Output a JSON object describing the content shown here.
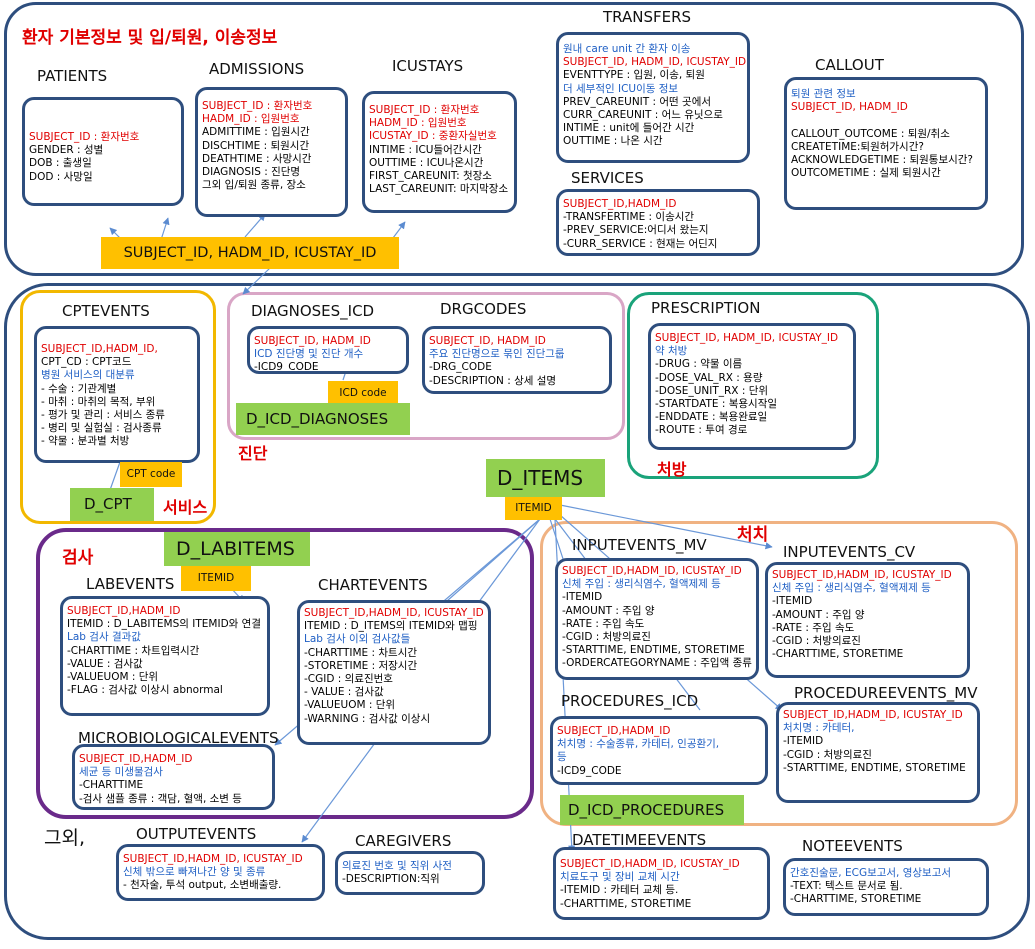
{
  "sections": {
    "basic": "환자 기본정보 및 입/퇴원, 이송정보",
    "diagnosis": "진단",
    "prescription": "처방",
    "service": "서비스",
    "treatment": "처치",
    "lab": "검사",
    "others": "그외,"
  },
  "key_boxes": {
    "main": "SUBJECT_ID,  HADM_ID, ICUSTAY_ID",
    "icd_code": "ICD code",
    "cpt_code": "CPT code",
    "itemid_items": "ITEMID",
    "itemid_lab": "ITEMID"
  },
  "dict_tables": {
    "d_icd_diagnoses": "D_ICD_DIAGNOSES",
    "d_cpt": "D_CPT",
    "d_items": "D_ITEMS",
    "d_labitems": "D_LABITEMS",
    "d_icd_procedures": "D_ICD_PROCEDURES"
  },
  "tables": {
    "patients": {
      "title": "PATIENTS",
      "lines": [
        "SUBJECT_ID : 환자번호",
        "GENDER : 성별",
        "DOB : 출생일",
        "DOD : 사망일"
      ]
    },
    "admissions": {
      "title": "ADMISSIONS",
      "lines": [
        "SUBJECT_ID : 환자번호",
        "HADM_ID : 입원번호",
        "ADMITTIME : 입원시간",
        "DISCHTIME : 퇴원시간",
        "DEATHTIME : 사망시간",
        "DIAGNOSIS : 진단명",
        "그외 입/퇴원 종류, 장소"
      ]
    },
    "icustays": {
      "title": "ICUSTAYS",
      "lines": [
        "SUBJECT_ID : 환자번호",
        "HADM_ID : 입원번호",
        "ICUSTAY_ID : 중환자실번호",
        "INTIME : ICU들어간시간",
        "OUTTIME : ICU나온시간",
        "FIRST_CAREUNIT: 첫장소",
        "LAST_CAREUNIT: 마지막장소"
      ]
    },
    "transfers": {
      "title": "TRANSFERS",
      "lines": [
        "원내 care unit 간 환자 이송",
        "SUBJECT_ID, HADM_ID, ICUSTAY_ID",
        "EVENTTYPE : 입원, 이송, 퇴원",
        "더 세부적인 ICU이동 정보",
        "PREV_CAREUNIT : 어떤 곳에서",
        "CURR_CAREUNIT : 어느 유닛으로",
        "INTIME : unit에 들어간 시간",
        "OUTTIME : 나온 시간"
      ]
    },
    "services": {
      "title": "SERVICES",
      "lines": [
        "SUBJECT_ID,HADM_ID",
        "-TRANSFERTIME : 이송시간",
        "-PREV_SERVICE:어디서 왔는지",
        "-CURR_SERVICE : 현재는 어딘지"
      ]
    },
    "callout": {
      "title": "CALLOUT",
      "lines": [
        "퇴원 관련 정보",
        "SUBJECT_ID, HADM_ID",
        "",
        "CALLOUT_OUTCOME : 퇴원/취소",
        "CREATETIME:퇴원허가시간?",
        "ACKNOWLEDGETIME : 퇴원통보시간?",
        "OUTCOMETIME : 실제 퇴원시간"
      ]
    },
    "cptevents": {
      "title": "CPTEVENTS",
      "lines": [
        "SUBJECT_ID,HADM_ID,",
        "CPT_CD : CPT코드",
        "병원 서비스의 대분류",
        "- 수술 : 기관계별",
        "- 마취 : 마취의 목적, 부위",
        "- 평가 및 관리 : 서비스 종류",
        "- 병리 및 실험실 : 검사종류",
        "- 약물 : 분과별 처방"
      ]
    },
    "diagnoses_icd": {
      "title": "DIAGNOSES_ICD",
      "lines": [
        "SUBJECT_ID, HADM_ID",
        "ICD 진단명 및 진단 개수",
        "-ICD9_CODE"
      ]
    },
    "drgcodes": {
      "title": "DRGCODES",
      "lines": [
        "SUBJECT_ID, HADM_ID",
        "주요 진단명으로 묶인 진단그룹",
        "-DRG_CODE",
        "-DESCRIPTION : 상세 설명"
      ]
    },
    "prescription": {
      "title": "PRESCRIPTION",
      "lines": [
        "SUBJECT_ID, HADM_ID, ICUSTAY_ID",
        "약 처방",
        "-DRUG : 약물 이름",
        "-DOSE_VAL_RX : 용량",
        "-DOSE_UNIT_RX : 단위",
        "-STARTDATE : 복용시작일",
        "-ENDDATE : 복용완료일",
        "-ROUTE : 투여 경로"
      ]
    },
    "labevents": {
      "title": "LABEVENTS",
      "lines": [
        "SUBJECT_ID,HADM_ID",
        "ITEMID : D_LABITEMS의 ITEMID와 연결",
        "Lab 검사 결과값",
        "-CHARTTIME : 차트입력시간",
        "-VALUE : 검사값",
        "-VALUEUOM : 단위",
        "-FLAG : 검사값 이상시 abnormal"
      ]
    },
    "chartevents": {
      "title": "CHARTEVENTS",
      "lines": [
        "SUBJECT_ID,HADM_ID, ICUSTAY_ID",
        "ITEMID : D_ITEMS의 ITEMID와 맵핑",
        "Lab 검사 이외 검사값들",
        "-CHARTTIME : 차트시간",
        "-STORETIME : 저장시간",
        "-CGID : 의료진번호",
        "- VALUE : 검사값",
        "-VALUEUOM : 단위",
        "-WARNING : 검사값 이상시"
      ]
    },
    "microbiologyevents": {
      "title": "MICROBIOLOGICALEVENTS",
      "lines": [
        "SUBJECT_ID,HADM_ID",
        "세균 등 미생물검사",
        "-CHARTTIME",
        "-검사 샘플 종류 : 객담, 혈액, 소변 등"
      ]
    },
    "inputevents_mv": {
      "title": "INPUTEVENTS_MV",
      "lines": [
        "SUBJECT_ID,HADM_ID, ICUSTAY_ID",
        "신체 주입 : 생리식염수, 혈액제제 등",
        "-ITEMID",
        "-AMOUNT : 주입 양",
        "-RATE : 주입 속도",
        "-CGID : 처방의료진",
        "-STARTTIME, ENDTIME, STORETIME",
        "-ORDERCATEGORYNAME : 주입액 종류"
      ]
    },
    "inputevents_cv": {
      "title": "INPUTEVENTS_CV",
      "lines": [
        "SUBJECT_ID,HADM_ID, ICUSTAY_ID",
        "신체 주입 : 생리식염수, 혈액제제 등",
        "-ITEMID",
        "-AMOUNT : 주입 양",
        "-RATE : 주입 속도",
        "-CGID : 처방의료진",
        "-CHARTTIME, STORETIME"
      ]
    },
    "procedures_icd": {
      "title": "PROCEDURES_ICD",
      "lines": [
        "SUBJECT_ID,HADM_ID",
        "처치명 : 수술종류, 카테터, 인공환기,",
        "등",
        "-ICD9_CODE"
      ]
    },
    "procedureevents_mv": {
      "title": "PROCEDUREEVENTS_MV",
      "lines": [
        "SUBJECT_ID,HADM_ID, ICUSTAY_ID",
        "처치명 : 카테터,",
        "-ITEMID",
        "-CGID : 처방의료진",
        "-STARTTIME, ENDTIME, STORETIME"
      ]
    },
    "outputevents": {
      "title": "OUTPUTEVENTS",
      "lines": [
        "SUBJECT_ID,HADM_ID, ICUSTAY_ID",
        "신체 밖으로 빠져나간 양 및 종류",
        "- 천자술, 투석 output, 소변배출량."
      ]
    },
    "caregivers": {
      "title": "CAREGIVERS",
      "lines": [
        "의료진 번호 및 직위 사전",
        "-DESCRIPTION:직위"
      ]
    },
    "datetimeevents": {
      "title": "DATETIMEEVENTS",
      "lines": [
        "SUBJECT_ID,HADM_ID, ICUSTAY_ID",
        "치료도구 및 장비 교체 시간",
        "-ITEMID : 카테터 교체 등.",
        "-CHARTTIME, STORETIME"
      ]
    },
    "noteevents": {
      "title": "NOTEEVENTS",
      "lines": [
        "간호진술문, ECG보고서, 영상보고서",
        "-TEXT: 텍스트 문서로 됨.",
        "-CHARTTIME, STORETIME"
      ]
    }
  },
  "colors": {
    "frame": "#2e4e7e",
    "key": "#ffc000",
    "dict": "#92d050",
    "key_text": "#e00000",
    "desc_text": "#1f5fc4",
    "service_border": "#f2b800",
    "diagnosis_border": "#d9a6c6",
    "prescription_border": "#1aa37a",
    "treatment_border": "#f0b282",
    "lab_border": "#6a2a8a"
  }
}
